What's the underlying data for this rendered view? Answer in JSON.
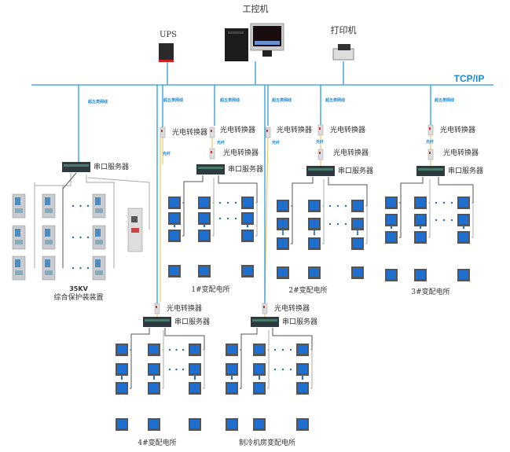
{
  "top": {
    "pc_label": "工控机",
    "ups_label": "UPS",
    "printer_label": "打印机",
    "network_label": "TCP/IP"
  },
  "labels": {
    "cable": "超五类网线",
    "fiber": "光纤",
    "converter": "光电转换器",
    "serial_server": "串口服务器"
  },
  "groups": {
    "g35kv": {
      "title": "35KV",
      "subtitle": "综合保护装装置"
    },
    "s1": {
      "title": "1#变配电所"
    },
    "s2": {
      "title": "2#变配电所"
    },
    "s3": {
      "title": "3#变配电所"
    },
    "s4": {
      "title": "4#变配电所"
    },
    "s5": {
      "title": "制冷机房变配电所"
    }
  },
  "colors": {
    "network": "#2a9be0",
    "fiber": "#e8c870",
    "meter_screen": "#1f6fd0"
  }
}
